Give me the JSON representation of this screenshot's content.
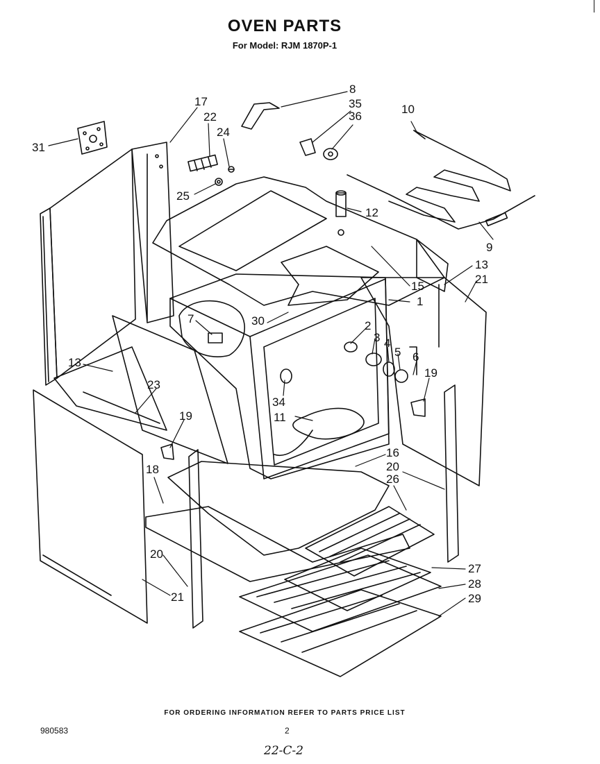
{
  "header": {
    "title": "OVEN PARTS",
    "subtitle": "For Model: RJM 1870P-1"
  },
  "callouts": [
    "8",
    "35",
    "36",
    "10",
    "17",
    "22",
    "24",
    "31",
    "25",
    "12",
    "9",
    "13",
    "21",
    "15",
    "1",
    "30",
    "2",
    "3",
    "4",
    "5",
    "6",
    "7",
    "13",
    "23",
    "19",
    "34",
    "11",
    "19",
    "16",
    "20",
    "26",
    "18",
    "27",
    "28",
    "29",
    "20",
    "21"
  ],
  "footer": {
    "note": "FOR ORDERING INFORMATION REFER TO PARTS PRICE LIST",
    "doc_code": "980583",
    "page_number": "2",
    "handwritten": "22-C-2"
  }
}
